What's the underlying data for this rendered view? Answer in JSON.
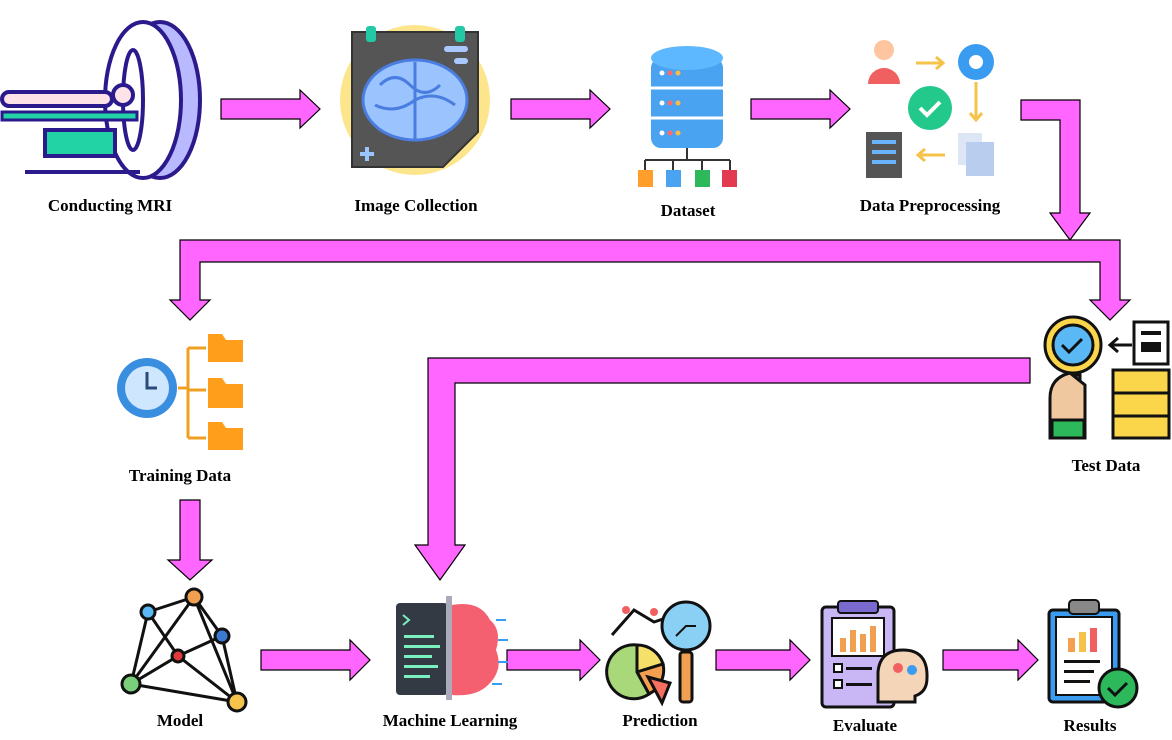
{
  "steps": {
    "mri": {
      "label": "Conducting MRI",
      "icon": "mri-scanner-icon"
    },
    "collection": {
      "label": "Image Collection",
      "icon": "brain-scan-image-icon"
    },
    "dataset": {
      "label": "Dataset",
      "icon": "database-icon"
    },
    "preprocessing": {
      "label": "Data Preprocessing",
      "icon": "data-processing-icon"
    },
    "test": {
      "label": "Test Data",
      "icon": "magnifier-test-icon"
    },
    "training": {
      "label": "Training Data",
      "icon": "clock-folders-icon"
    },
    "model": {
      "label": "Model",
      "icon": "network-graph-icon"
    },
    "ml": {
      "label": "Machine Learning",
      "icon": "brain-code-icon"
    },
    "prediction": {
      "label": "Prediction",
      "icon": "pie-chart-magnifier-icon"
    },
    "evaluate": {
      "label": "Evaluate",
      "icon": "clipboard-brain-icon"
    },
    "results": {
      "label": "Results",
      "icon": "clipboard-check-icon"
    }
  },
  "colors": {
    "arrow": "#ff66ff",
    "arrow_stroke": "#000000"
  }
}
